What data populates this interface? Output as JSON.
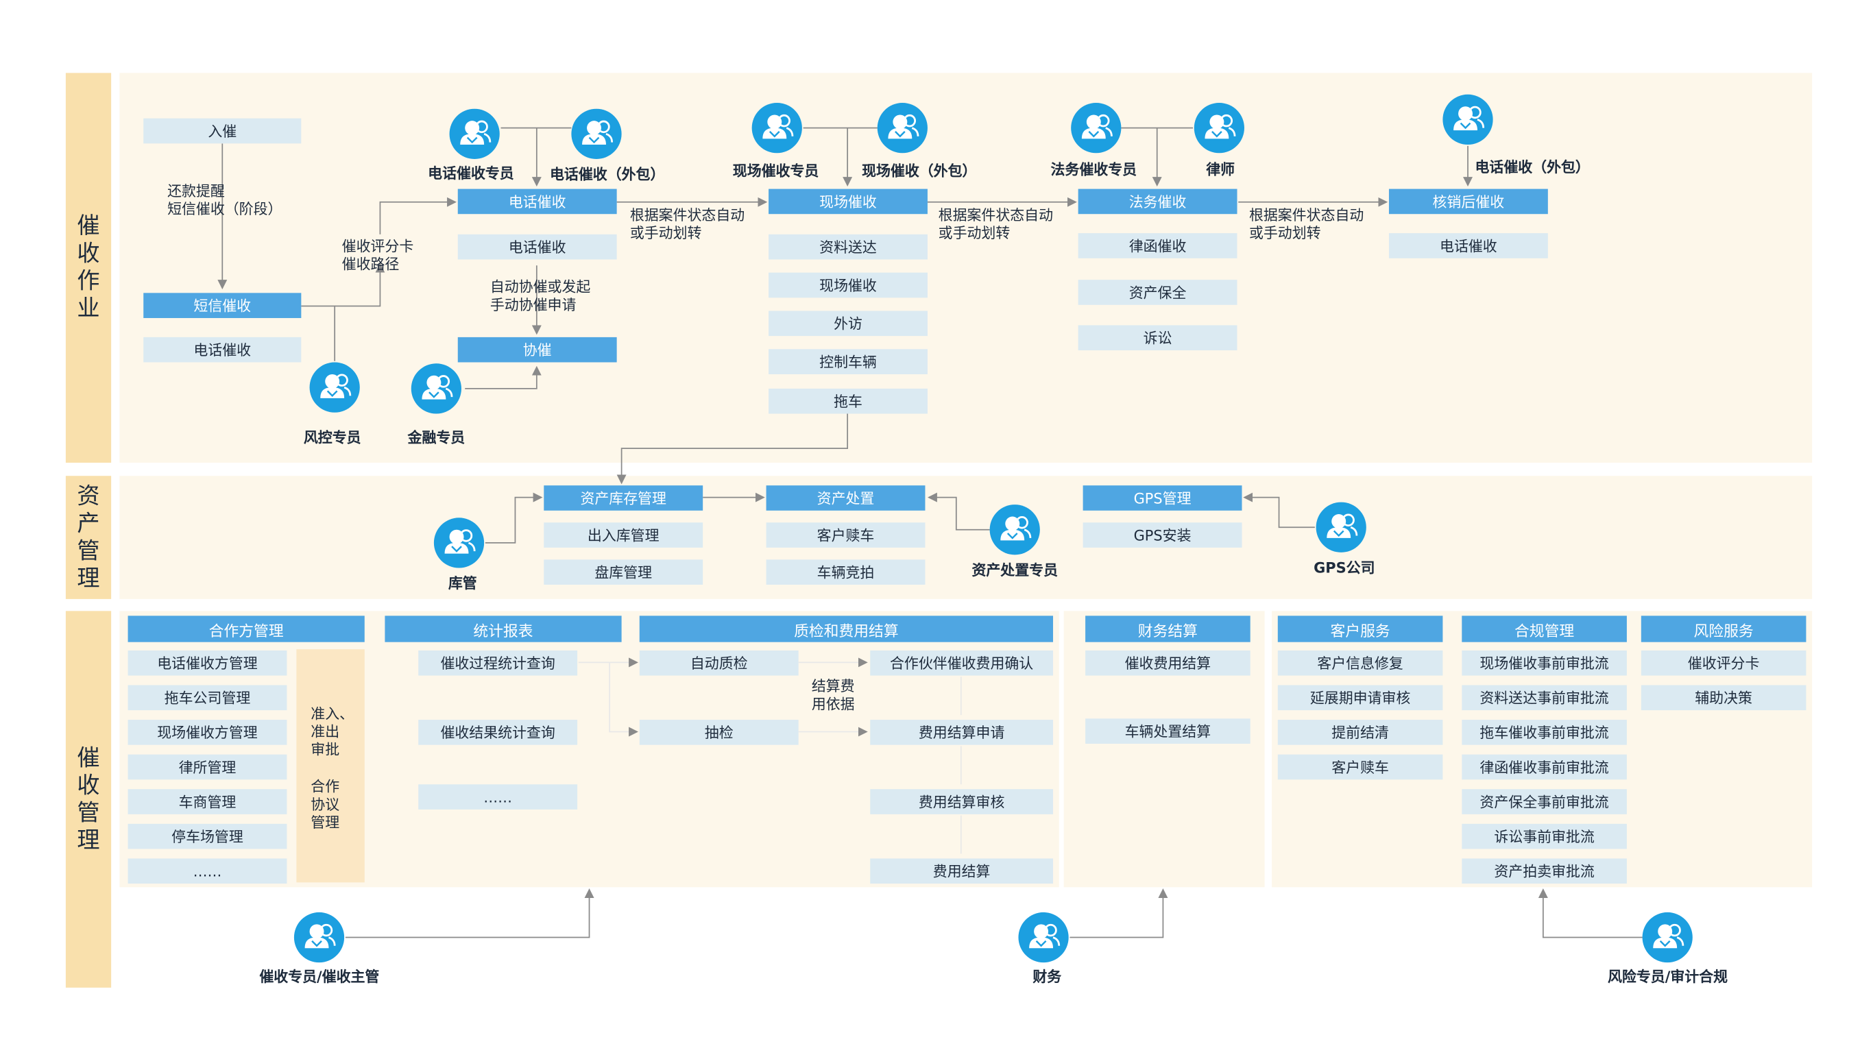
{
  "lanes": {
    "collection_ops": {
      "label": "催收作业"
    },
    "asset_mgmt": {
      "label": "资产管理"
    },
    "collection_mgmt": {
      "label": "催收管理"
    }
  },
  "ops": {
    "ruchui": "入催",
    "reminder": "还款提醒\n短信催收（阶段）",
    "sms_collection": "短信催收",
    "phone_collection_small": "电话催收",
    "risk_specialist": "风控专员",
    "scorecard": "催收评分卡\n催收路径",
    "phone_specialist": "电话催收专员",
    "phone_outsource": "电话催收（外包）",
    "phone_collection": "电话催收",
    "phone_collection_2": "电话催收",
    "auto_assist": "自动协催或发起\n手动协催申请",
    "assist": "协催",
    "finance_specialist": "金融专员",
    "transfer_1": "根据案件状态自动\n或手动划转",
    "field_specialist": "现场催收专员",
    "field_outsource": "现场催收（外包）",
    "field_collection": "现场催收",
    "field_items": [
      "资料送达",
      "现场催收",
      "外访",
      "控制车辆",
      "拖车"
    ],
    "transfer_2": "根据案件状态自动\n或手动划转",
    "legal_specialist": "法务催收专员",
    "lawyer": "律师",
    "legal_collection": "法务催收",
    "legal_items": [
      "律函催收",
      "资产保全",
      "诉讼"
    ],
    "transfer_3": "根据案件状态自动\n或手动划转",
    "writeoff_outsource": "电话催收（外包）",
    "writeoff": "核销后催收",
    "writeoff_item": "电话催收"
  },
  "assets": {
    "inventory": "资产库存管理",
    "inventory_items": [
      "出入库管理",
      "盘库管理"
    ],
    "keeper": "库管",
    "disposal": "资产处置",
    "disposal_items": [
      "客户赎车",
      "车辆竞拍"
    ],
    "disposal_specialist": "资产处置专员",
    "gps": "GPS管理",
    "gps_item": "GPS安装",
    "gps_company": "GPS公司"
  },
  "mgmt": {
    "partner": {
      "header": "合作方管理",
      "items": [
        "电话催收方管理",
        "拖车公司管理",
        "现场催收方管理",
        "律所管理",
        "车商管理",
        "停车场管理",
        "……"
      ],
      "side_a": "准入、\n准出\n审批",
      "side_b": "合作\n协议\n管理"
    },
    "stats": {
      "header": "统计报表",
      "items": [
        "催收过程统计查询",
        "催收结果统计查询",
        "……"
      ]
    },
    "qc": {
      "header": "质检和费用结算",
      "left": [
        "自动质检",
        "抽检"
      ],
      "right": [
        "合作伙伴催收费用确认",
        "费用结算申请",
        "费用结算审核",
        "费用结算"
      ],
      "basis": "结算费\n用依据"
    },
    "finance": {
      "header": "财务结算",
      "items": [
        "催收费用结算",
        "车辆处置结算"
      ]
    },
    "service": {
      "header": "客户服务",
      "items": [
        "客户信息修复",
        "延展期申请审核",
        "提前结清",
        "客户赎车"
      ]
    },
    "compliance": {
      "header": "合规管理",
      "items": [
        "现场催收事前审批流",
        "资料送达事前审批流",
        "拖车催收事前审批流",
        "律函催收事前审批流",
        "资产保全事前审批流",
        "诉讼事前审批流",
        "资产拍卖审批流"
      ]
    },
    "risk": {
      "header": "风险服务",
      "items": [
        "催收评分卡",
        "辅助决策"
      ]
    },
    "collector": "催收专员/催收主管",
    "finance_role": "财务",
    "risk_role": "风险专员/审计合规"
  },
  "colors": {
    "box_blue": "#4fa6e2",
    "box_light": "#dbeaf2",
    "lane_bg": "#fdf7ea",
    "lane_label": "#f9e0ac",
    "avatar": "#1c9fe0"
  }
}
